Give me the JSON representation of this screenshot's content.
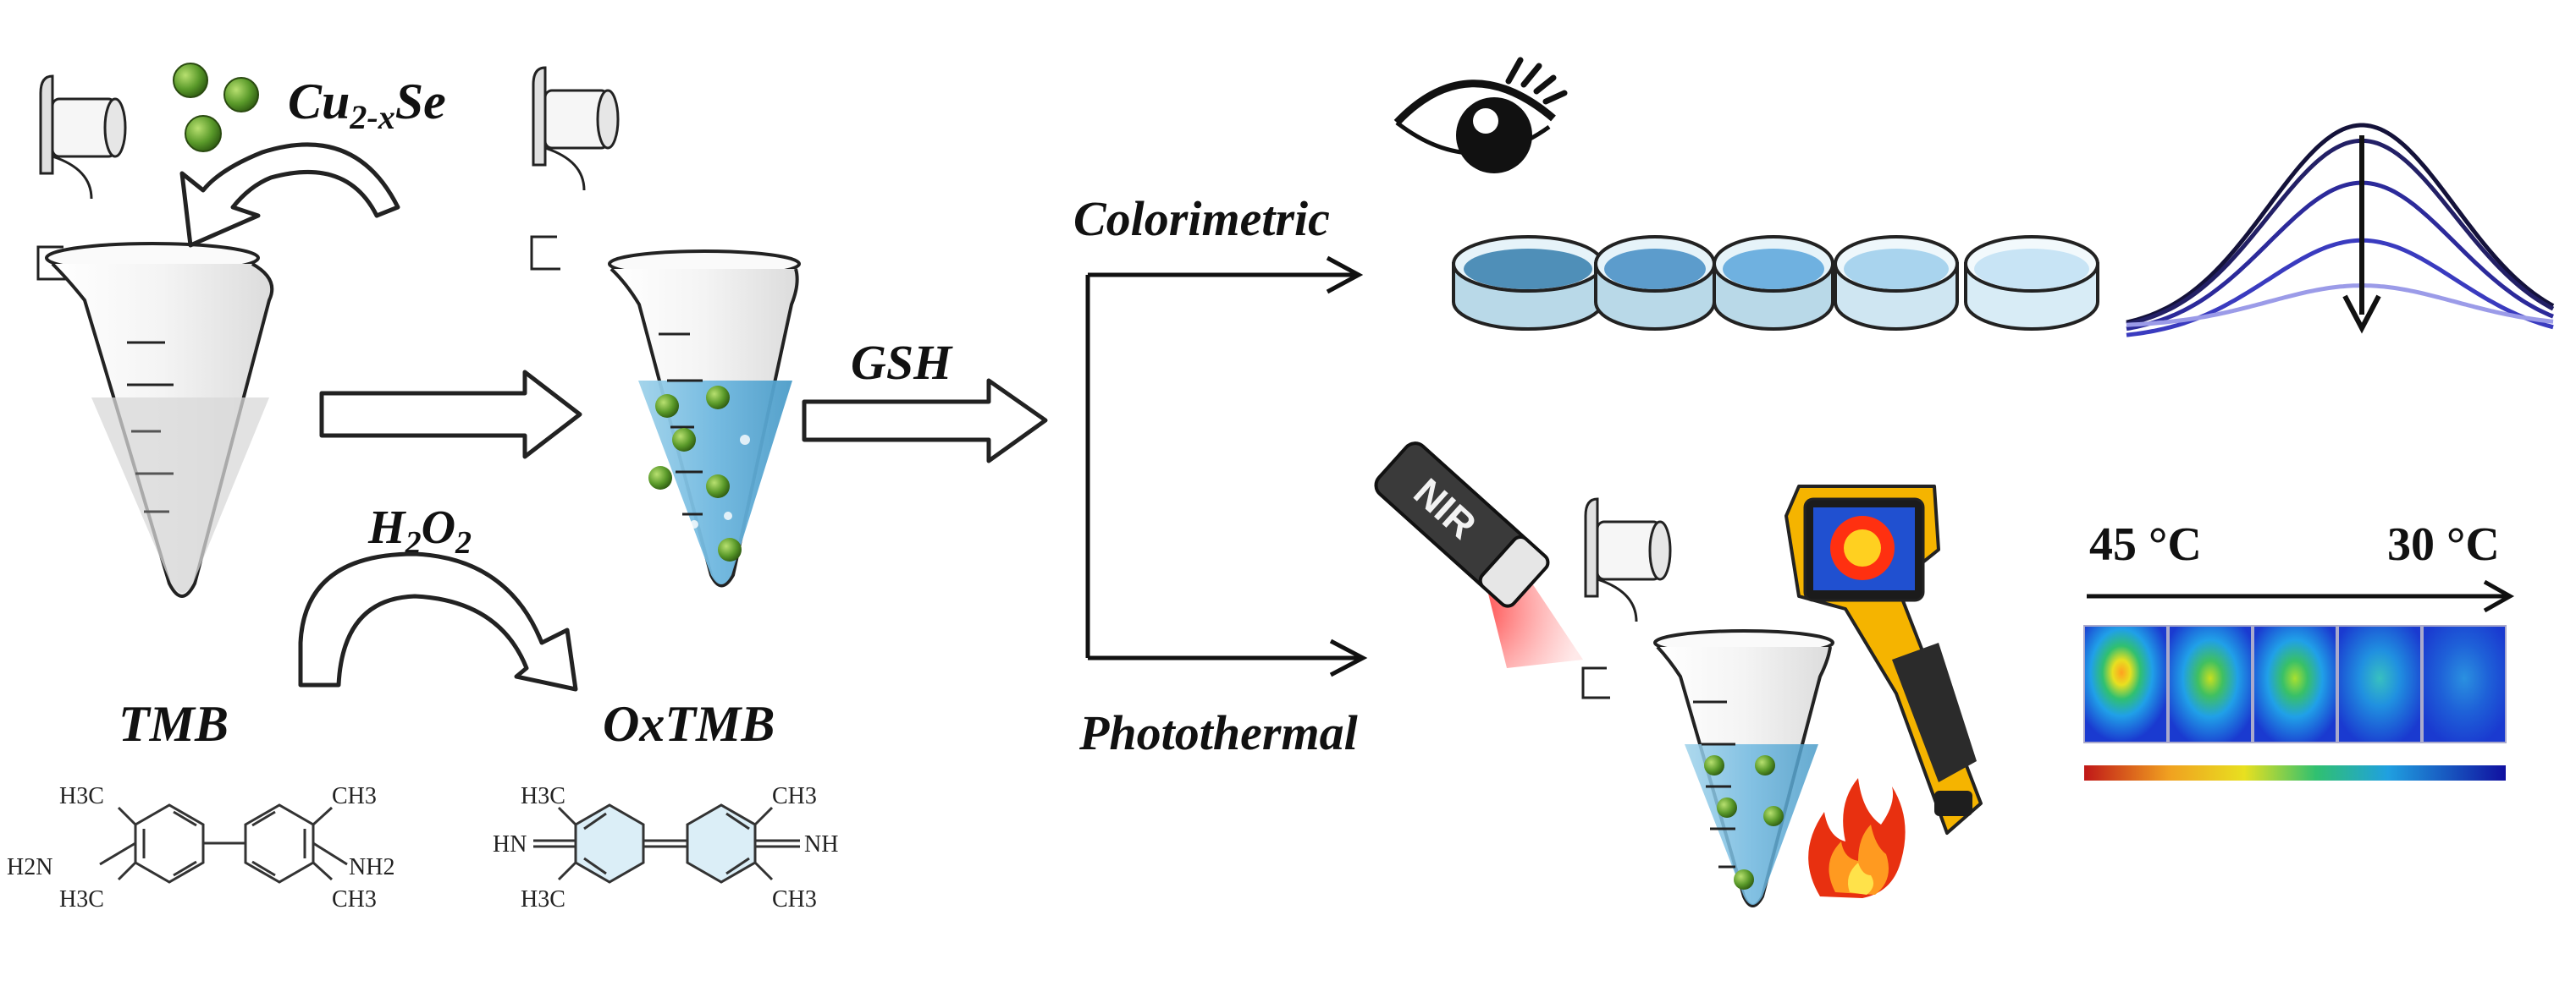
{
  "labels": {
    "nanoparticle_base": "Cu",
    "nanoparticle_sub": "2-x",
    "nanoparticle_tail": "Se",
    "oxidant_a": "H",
    "oxidant_sub1": "2",
    "oxidant_b": "O",
    "oxidant_sub2": "2",
    "substrate": "TMB",
    "product": "OxTMB",
    "analyte": "GSH",
    "mode_colorimetric": "Colorimetric",
    "mode_photothermal": "Photothermal",
    "laser": "NIR",
    "temp_high": "45 °C",
    "temp_low": "30 °C"
  },
  "tmb_structure": {
    "methyl_top_left": "H3C",
    "methyl_top_right": "CH3",
    "methyl_bottom_left": "H3C",
    "methyl_bottom_right": "CH3",
    "amine_left": "H2N",
    "amine_right": "NH2"
  },
  "oxtmb_structure": {
    "methyl_top_left": "H3C",
    "methyl_top_right": "CH3",
    "methyl_bottom_left": "H3C",
    "methyl_bottom_right": "CH3",
    "imine_left": "HN",
    "imine_right": "NH"
  },
  "colors": {
    "dish_fills": [
      "#4f8fb8",
      "#5c9ccc",
      "#6fb1e0",
      "#a9d4ee",
      "#c8e4f5"
    ],
    "curve_colors": [
      "#14123a",
      "#232066",
      "#2c2a9a",
      "#3a3bbf",
      "#9b9be8"
    ],
    "thermal_scale": [
      "#c01818",
      "#f0a020",
      "#e8e020",
      "#30c070",
      "#20a0e0",
      "#1010a0"
    ]
  },
  "spectra_relative_peaks": [
    1.0,
    0.93,
    0.74,
    0.48,
    0.2
  ],
  "thermal_intensity": [
    1.0,
    0.8,
    0.72,
    0.35,
    0.15
  ]
}
